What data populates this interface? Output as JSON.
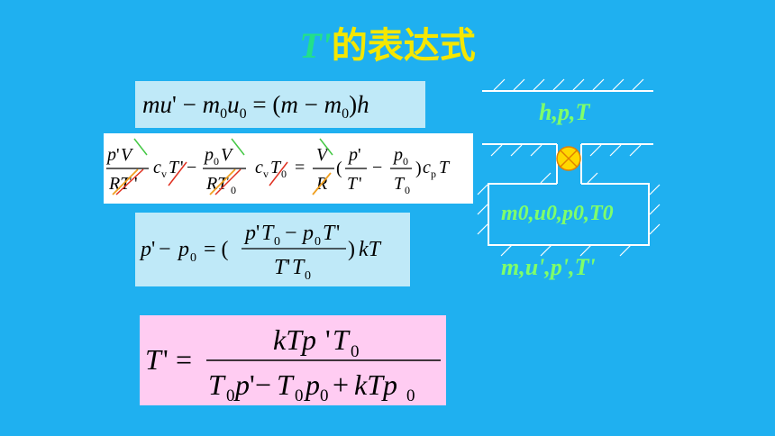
{
  "title": {
    "prefix": "T'",
    "suffix": "的表达式"
  },
  "equations": {
    "eq1": "mu' − m0u0 = (m − m0)h",
    "eq2": "p'V/(RT') cvT' − p0V/(RT0) cvT0 = V/R (p'/T' − p0/T0) cpT",
    "eq3": "p' − p0 = ((p'T0 − p0T')/(T'T0)) kT",
    "eq4": "T' = kTp'T0 / (T0p' − T0p0 + kTp0)"
  },
  "diagram": {
    "upper_label": "h,p,T",
    "inner_label": "m0,u0,p0,T0",
    "lower_label": "m,u',p',T'"
  },
  "colors": {
    "background": "#1fb0f0",
    "title": "#f5e700",
    "label": "#7fff6a",
    "valve": "#ffd800"
  }
}
